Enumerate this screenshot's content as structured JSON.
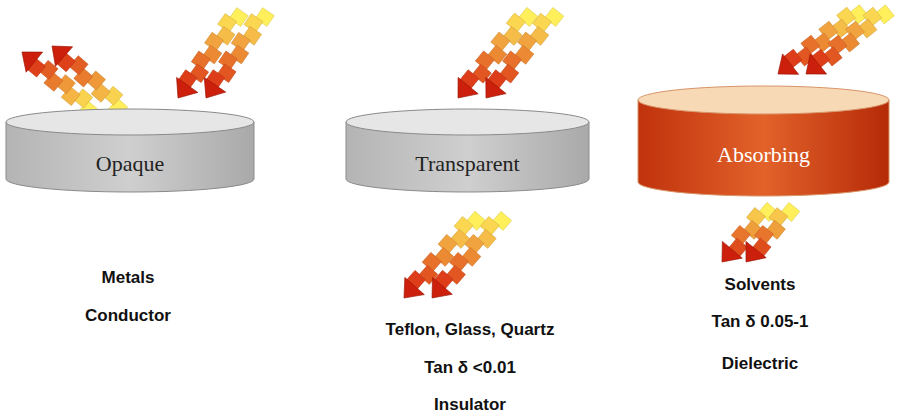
{
  "diagram": {
    "nodes": [
      {
        "text": [
          "Opaque"
        ]
      },
      {
        "text": [
          "Transparent"
        ]
      },
      {
        "text": [
          "Absorbing"
        ]
      }
    ],
    "labels": [
      "Metals",
      "Conductor",
      "Teflon, Glass, Quartz",
      "Tan δ <0.01",
      "Insulator",
      "Solvents",
      "Tan δ 0.05-1",
      "Dielectric"
    ]
  }
}
